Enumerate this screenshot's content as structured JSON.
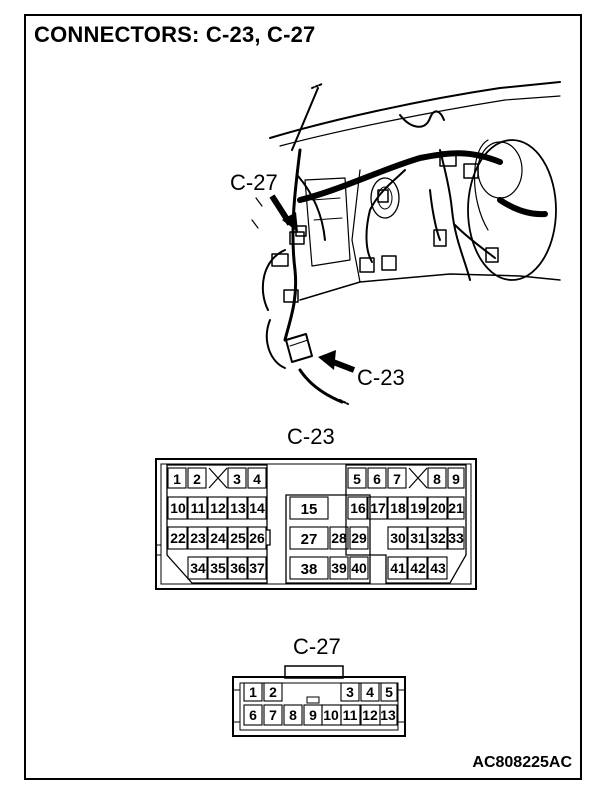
{
  "title": "CONNECTORS: C-23, C-27",
  "figure_id": "AC808225AC",
  "photo_labels": {
    "c27": "C-27",
    "c23": "C-23"
  },
  "connector_c23": {
    "name": "C-23",
    "pins": [
      "1",
      "2",
      "3",
      "4",
      "5",
      "6",
      "7",
      "8",
      "9",
      "10",
      "11",
      "12",
      "13",
      "14",
      "15",
      "16",
      "17",
      "18",
      "19",
      "20",
      "21",
      "22",
      "23",
      "24",
      "25",
      "26",
      "27",
      "28",
      "29",
      "30",
      "31",
      "32",
      "33",
      "34",
      "35",
      "36",
      "37",
      "38",
      "39",
      "40",
      "41",
      "42",
      "43"
    ]
  },
  "connector_c27": {
    "name": "C-27",
    "pins": [
      "1",
      "2",
      "3",
      "4",
      "5",
      "6",
      "7",
      "8",
      "9",
      "10",
      "11",
      "12",
      "13"
    ]
  }
}
